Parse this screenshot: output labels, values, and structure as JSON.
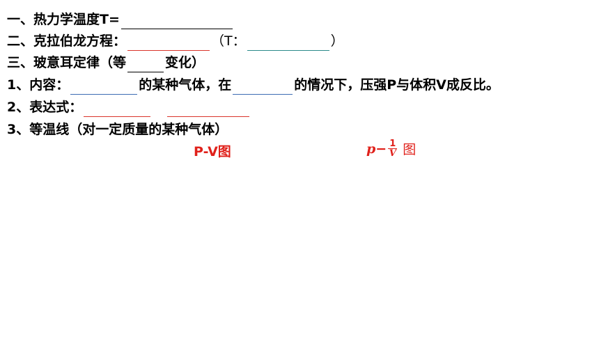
{
  "lines": {
    "l1": {
      "text": "一、热力学温度T="
    },
    "l2": {
      "text": "二、克拉伯龙方程：",
      "paren_open": "（T：",
      "paren_close": "）"
    },
    "l3": {
      "text": "三、玻意耳定律（等",
      "after": "变化）"
    },
    "l4": {
      "text": "1、内容：",
      "mid1": "的某种气体，在",
      "mid2": "的情况下，压强P与体积V成反比。"
    },
    "l5": {
      "text": "2、表达式："
    },
    "l6": {
      "text": "3、等温线（对一定质量的某种气体）"
    }
  },
  "graphs": {
    "pv_label": "P-V图",
    "p_inv_v": {
      "p": "p",
      "dash": "−",
      "num": "1",
      "den": "V",
      "tu": "图"
    }
  },
  "colors": {
    "red": "#e0211b",
    "blank_red": "#d9342b",
    "blank_teal": "#2a8a8a",
    "blank_blue": "#3d6bb3"
  }
}
